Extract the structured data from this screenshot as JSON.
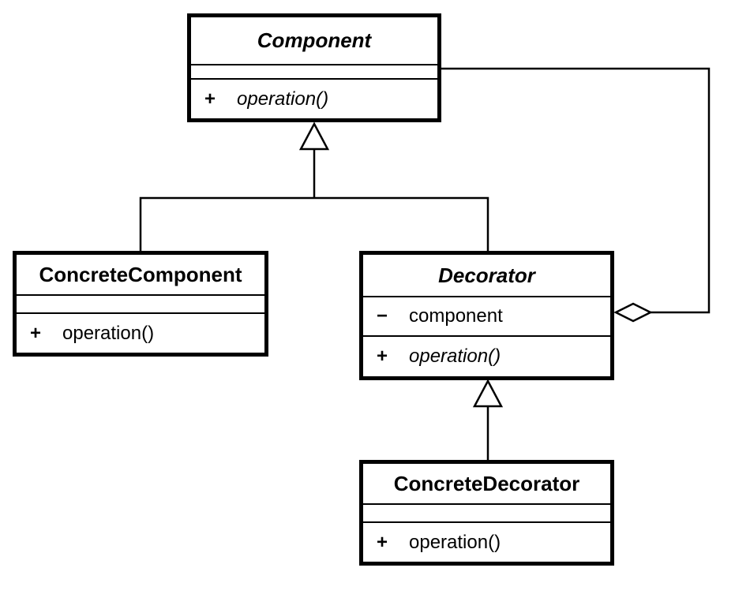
{
  "diagram": {
    "kind": "uml-class-diagram",
    "pattern": "Decorator",
    "colors": {
      "stroke": "#000000",
      "background": "#ffffff",
      "box_fill": "#ffffff"
    },
    "classes": {
      "component": {
        "name": "Component",
        "abstract": true,
        "attributes": [],
        "methods": [
          {
            "visibility": "+",
            "signature": "operation()",
            "abstract": true
          }
        ]
      },
      "concrete_component": {
        "name": "ConcreteComponent",
        "abstract": false,
        "attributes": [],
        "methods": [
          {
            "visibility": "+",
            "signature": "operation()",
            "abstract": false
          }
        ]
      },
      "decorator": {
        "name": "Decorator",
        "abstract": true,
        "attributes": [
          {
            "visibility": "−",
            "name": "component"
          }
        ],
        "methods": [
          {
            "visibility": "+",
            "signature": "operation()",
            "abstract": true
          }
        ]
      },
      "concrete_decorator": {
        "name": "ConcreteDecorator",
        "abstract": false,
        "attributes": [],
        "methods": [
          {
            "visibility": "+",
            "signature": "operation()",
            "abstract": false
          }
        ]
      }
    },
    "relations": [
      {
        "type": "generalization",
        "from": "ConcreteComponent",
        "to": "Component",
        "marker": "hollow-triangle"
      },
      {
        "type": "generalization",
        "from": "Decorator",
        "to": "Component",
        "marker": "hollow-triangle"
      },
      {
        "type": "generalization",
        "from": "ConcreteDecorator",
        "to": "Decorator",
        "marker": "hollow-triangle"
      },
      {
        "type": "aggregation",
        "from": "Decorator",
        "to": "Component",
        "marker": "hollow-diamond"
      }
    ]
  }
}
